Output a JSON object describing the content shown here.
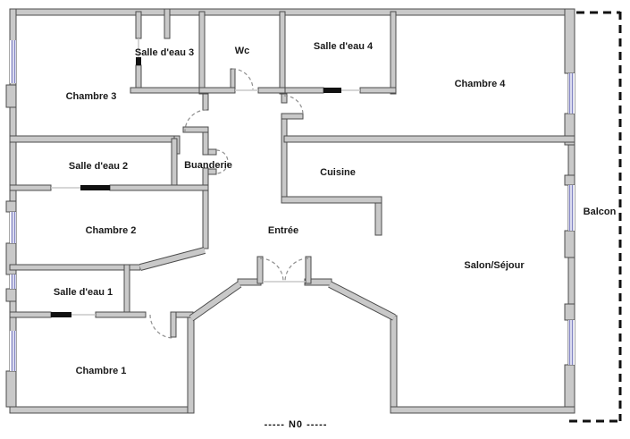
{
  "rooms": {
    "chambre_3": "Chambre 3",
    "salle_deau_3": "Salle d'eau 3",
    "wc": "Wc",
    "salle_deau_4": "Salle d'eau 4",
    "chambre_4": "Chambre 4",
    "salle_deau_2": "Salle d'eau 2",
    "buanderie": "Buanderie",
    "cuisine": "Cuisine",
    "chambre_2": "Chambre 2",
    "entree": "Entrée",
    "salon_sejour": "Salon/Séjour",
    "salle_deau_1": "Salle d'eau 1",
    "chambre_1": "Chambre 1",
    "balcon": "Balcon"
  },
  "compass": {
    "text": "----- N0 -----",
    "label": "N0"
  },
  "colors": {
    "wall_fill": "#c9c9c9",
    "wall_edge": "#4c4c4c",
    "window": "#8486c4",
    "door_arc": "#8f8f8f",
    "door_leaf": "#111111",
    "balcony_dash": "#111111",
    "label": "#1a1a1a"
  }
}
